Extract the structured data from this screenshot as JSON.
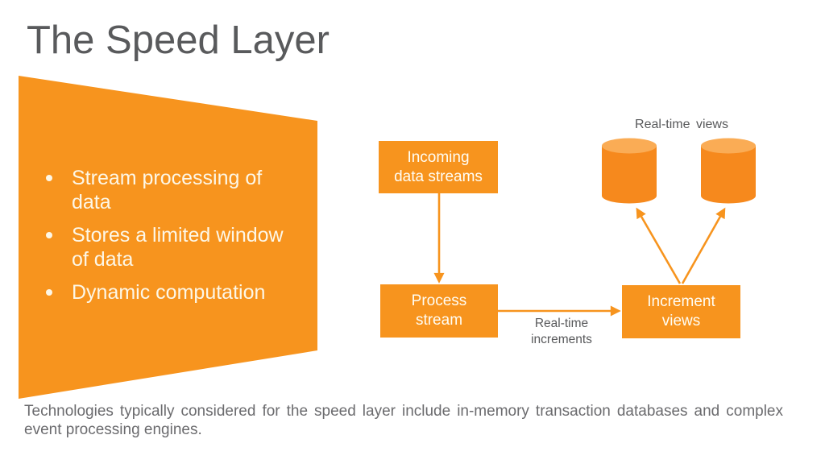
{
  "slide": {
    "title": "The Speed Layer",
    "bullets": [
      "Stream processing of data",
      "Stores a limited window of data",
      "Dynamic computation"
    ],
    "diagram": {
      "incoming_box": "Incoming\ndata streams",
      "process_box": "Process\nstream",
      "increment_box": "Increment\nviews",
      "realtime_views_label": "Real-time views",
      "realtime_increments_label": "Real-time\nincrements",
      "database_cylinder_count": 2
    },
    "caption": {
      "line1": "Technologies typically considered for the speed layer include in-memory transaction databases and complex",
      "line2": "event processing engines."
    },
    "colors": {
      "accent_orange": "#F7941E",
      "cylinder_body_orange": "#F6891D",
      "cylinder_top_orange": "#FAAC55",
      "title_gray": "#595A5C",
      "label_gray": "#58595B",
      "caption_gray": "#6B6B6E",
      "bullet_text_cream": "#FDF7E7"
    }
  }
}
